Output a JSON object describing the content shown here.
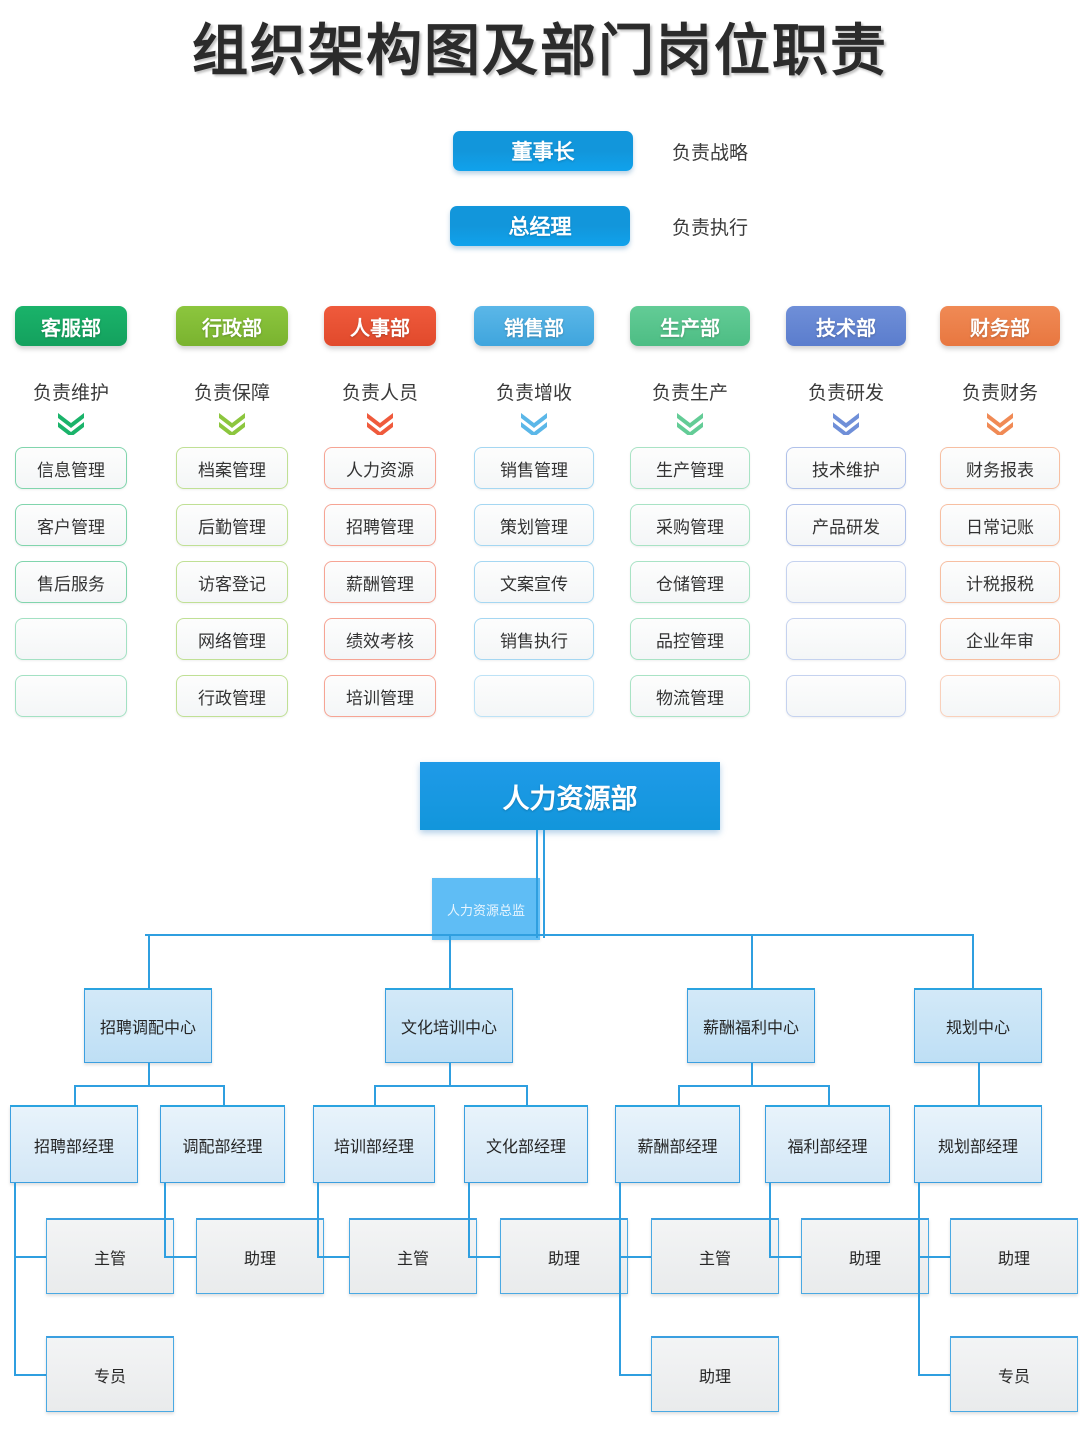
{
  "title": "组织架构图及部门岗位职责",
  "colors": {
    "exec_blue": "#1296db",
    "hr_blue": "#1296db",
    "node_border": "#3b9fe0",
    "connector": "#2f9fe0"
  },
  "executives": [
    {
      "role": "董事长",
      "duty": "负责战略"
    },
    {
      "role": "总经理",
      "duty": "负责执行"
    }
  ],
  "departments": [
    {
      "name": "客服部",
      "duty": "负责维护",
      "color": "#1ab36a",
      "color2": "#14a15e",
      "items": [
        "信息管理",
        "客户管理",
        "售后服务",
        "",
        ""
      ]
    },
    {
      "name": "行政部",
      "duty": "负责保障",
      "color": "#8cc63e",
      "color2": "#7ab32f",
      "items": [
        "档案管理",
        "后勤管理",
        "访客登记",
        "网络管理",
        "行政管理"
      ]
    },
    {
      "name": "人事部",
      "duty": "负责人员",
      "color": "#ef5a3c",
      "color2": "#e14a2c",
      "items": [
        "人力资源",
        "招聘管理",
        "薪酬管理",
        "绩效考核",
        "培训管理"
      ]
    },
    {
      "name": "销售部",
      "duty": "负责增收",
      "color": "#5bb7e8",
      "color2": "#3fa5dd",
      "items": [
        "销售管理",
        "策划管理",
        "文案宣传",
        "销售执行",
        ""
      ]
    },
    {
      "name": "生产部",
      "duty": "负责生产",
      "color": "#63cc96",
      "color2": "#4dbd84",
      "items": [
        "生产管理",
        "采购管理",
        "仓储管理",
        "品控管理",
        "物流管理"
      ]
    },
    {
      "name": "技术部",
      "duty": "负责研发",
      "color": "#6f8fd8",
      "color2": "#5b7dcd",
      "items": [
        "技术维护",
        "产品研发",
        "",
        "",
        ""
      ]
    },
    {
      "name": "财务部",
      "duty": "负责财务",
      "color": "#f08a55",
      "color2": "#e87740",
      "items": [
        "财务报表",
        "日常记账",
        "计税报税",
        "企业年审",
        ""
      ]
    }
  ],
  "hr": {
    "head": "人力资源部",
    "director": "人力资源总监",
    "centers": [
      {
        "name": "招聘调配中心",
        "managers": [
          {
            "name": "招聘部经理",
            "staff": [
              "主管",
              "专员"
            ]
          },
          {
            "name": "调配部经理",
            "staff": [
              "助理"
            ]
          }
        ]
      },
      {
        "name": "文化培训中心",
        "managers": [
          {
            "name": "培训部经理",
            "staff": [
              "主管"
            ]
          },
          {
            "name": "文化部经理",
            "staff": [
              "助理"
            ]
          }
        ]
      },
      {
        "name": "薪酬福利中心",
        "managers": [
          {
            "name": "薪酬部经理",
            "staff": [
              "主管",
              "助理"
            ]
          },
          {
            "name": "福利部经理",
            "staff": [
              "助理"
            ]
          }
        ]
      },
      {
        "name": "规划中心",
        "managers": [
          {
            "name": "规划部经理",
            "staff": [
              "助理",
              "专员"
            ]
          }
        ]
      }
    ]
  }
}
